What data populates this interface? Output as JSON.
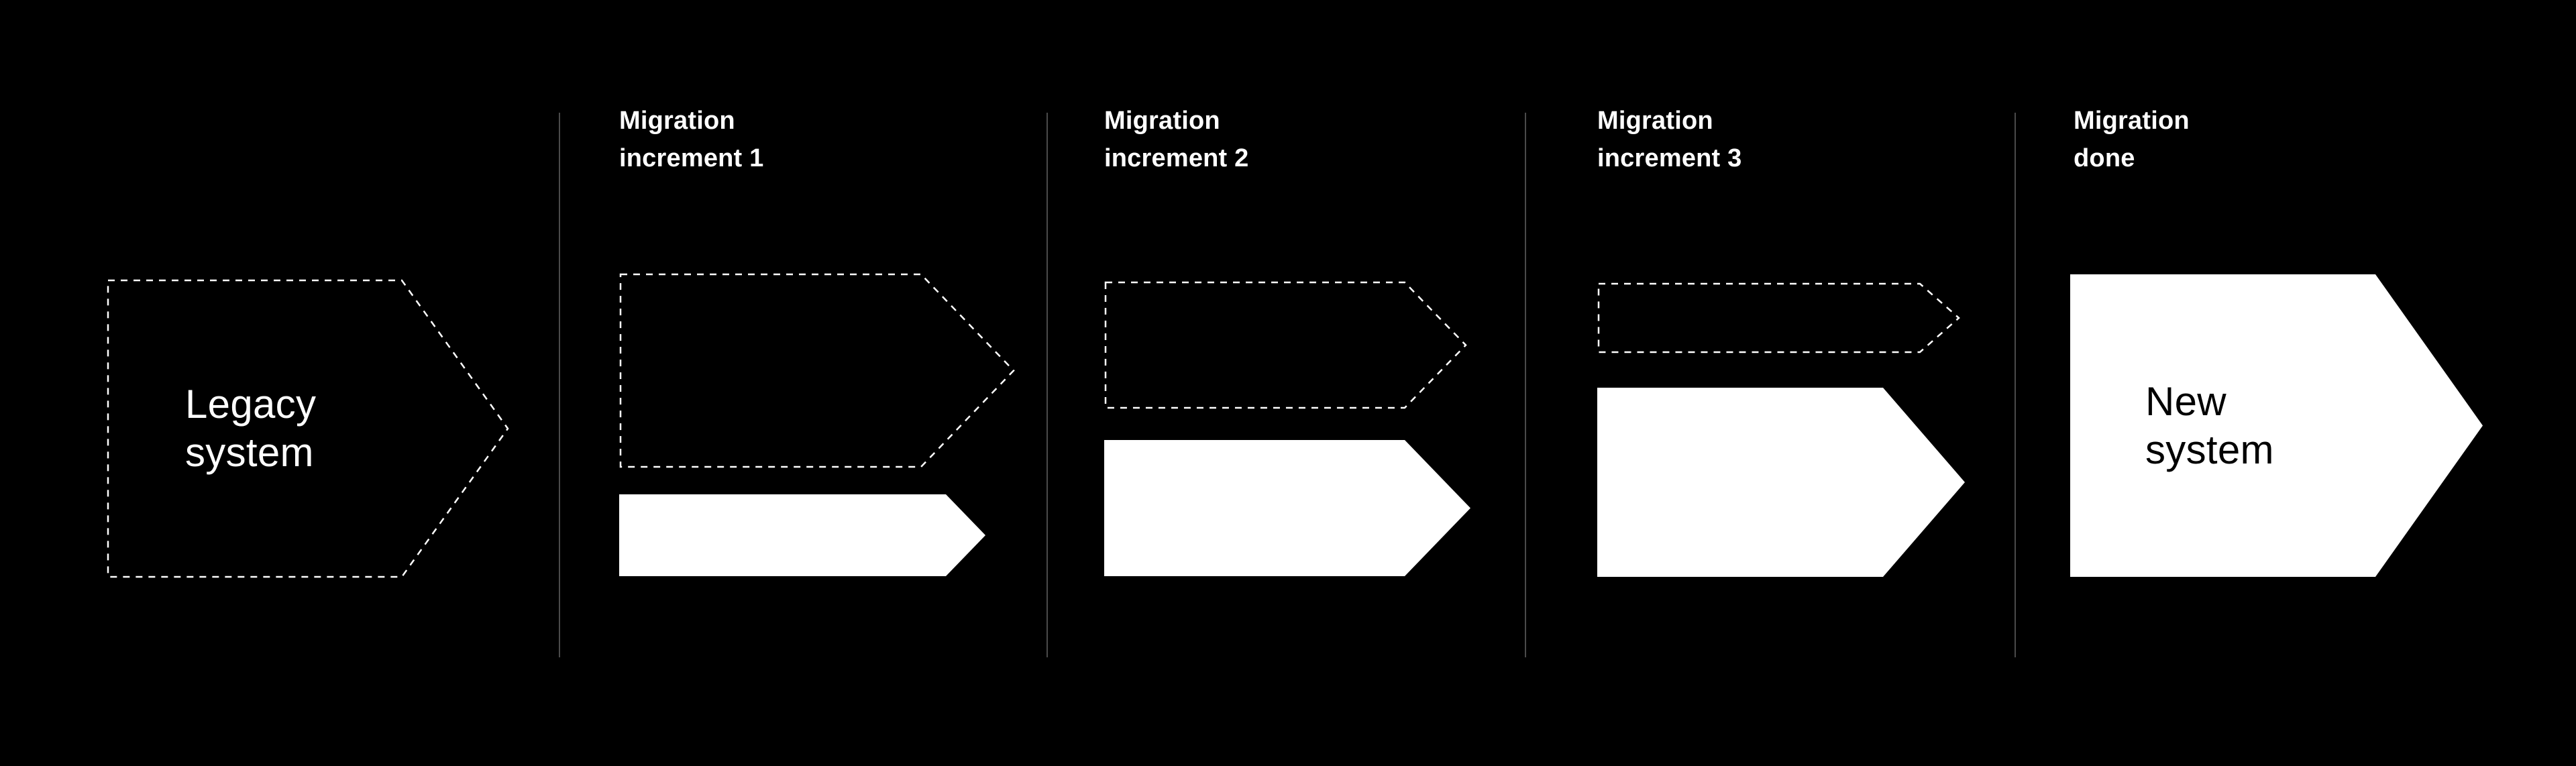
{
  "colors": {
    "background": "#000000",
    "shape_fill": "#ffffff",
    "dashed_outline": "#ffffff",
    "divider": "#4a4a4a",
    "label_on_black": "#ffffff",
    "label_on_white": "#000000"
  },
  "panels": [
    {
      "id": "legacy",
      "shape_label_lines": [
        "Legacy",
        "system"
      ]
    },
    {
      "id": "increment-1",
      "header_lines": [
        "Migration",
        "increment 1"
      ]
    },
    {
      "id": "increment-2",
      "header_lines": [
        "Migration",
        "increment 2"
      ]
    },
    {
      "id": "increment-3",
      "header_lines": [
        "Migration",
        "increment 3"
      ]
    },
    {
      "id": "done",
      "header_lines": [
        "Migration",
        "done"
      ],
      "shape_label_lines": [
        "New",
        "system"
      ]
    }
  ]
}
